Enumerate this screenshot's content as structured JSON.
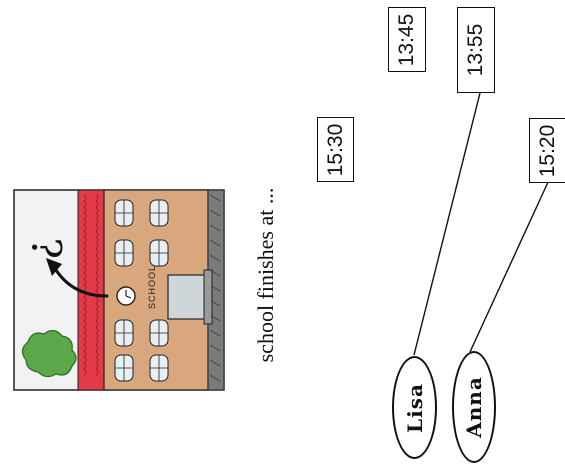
{
  "caption": "school finishes at ...",
  "illustration": {
    "sign": "SCHOOL",
    "mark": "¿"
  },
  "times": [
    "15:30",
    "13:45",
    "13:55",
    "15:20"
  ],
  "names": [
    "Lisa",
    "Anna"
  ]
}
